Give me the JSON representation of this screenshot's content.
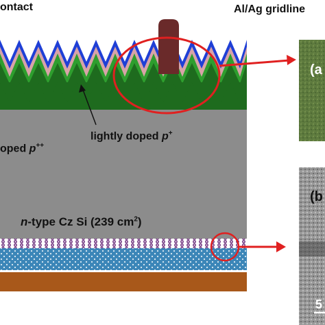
{
  "labels": {
    "top_left": "ontact",
    "top_right": "Al/Ag gridline",
    "lightly_doped": "lightly  doped ",
    "lightly_doped_sym": "p",
    "lightly_doped_sup": "+",
    "heavily_doped": "oped ",
    "heavily_doped_sym": "p",
    "heavily_doped_sup": "++",
    "substrate_prefix": "n",
    "substrate_text": "-type Cz Si (239 cm",
    "substrate_sup": "2",
    "substrate_close": ")",
    "panel_a": "(a",
    "panel_b": "(b",
    "scale": "5"
  },
  "colors": {
    "grey_bulk": "#8c8c8c",
    "blue_layer": "#1f3fd6",
    "pink_layer": "#d8a3a8",
    "dark_green": "#1e6b1e",
    "bright_green": "#2e9e2e",
    "gridline": "#6a2a2a",
    "ellipse": "#e02020",
    "rear_blue": "#3c86b8",
    "copper": "#a8581a",
    "purple": "#6a2a7a"
  }
}
